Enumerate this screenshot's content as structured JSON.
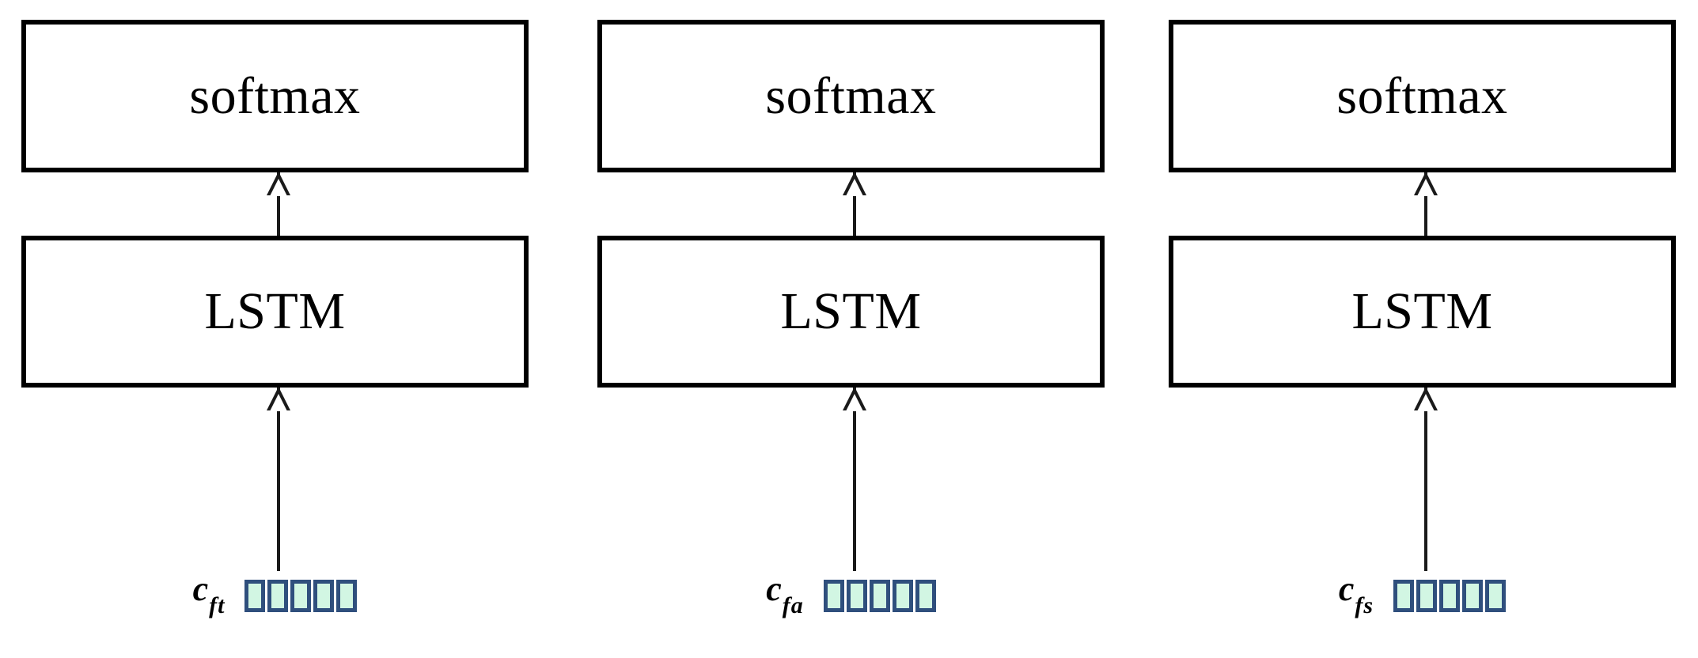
{
  "figure": {
    "type": "neural-network-architecture-diagram",
    "background_color": "#ffffff",
    "columns_count": 3
  },
  "palette": {
    "box_border": "#000000",
    "box_fill": "#ffffff",
    "arrow": "#1a1a1a",
    "cell_fill": "#d2f6e3",
    "cell_border": "#2f4f7d",
    "text": "#000000"
  },
  "columns": [
    {
      "id": "text-branch",
      "softmax_label": "softmax",
      "lstm_label": "LSTM",
      "feature_base": "c",
      "feature_subscript": "ft",
      "feature_cells": 5,
      "arrow_lstm_to_softmax": "up-arrow-icon",
      "arrow_feature_to_lstm": "up-arrow-icon"
    },
    {
      "id": "audio-branch",
      "softmax_label": "softmax",
      "lstm_label": "LSTM",
      "feature_base": "c",
      "feature_subscript": "fa",
      "feature_cells": 5,
      "arrow_lstm_to_softmax": "up-arrow-icon",
      "arrow_feature_to_lstm": "up-arrow-icon"
    },
    {
      "id": "speech-branch",
      "softmax_label": "softmax",
      "lstm_label": "LSTM",
      "feature_base": "c",
      "feature_subscript": "fs",
      "feature_cells": 5,
      "arrow_lstm_to_softmax": "up-arrow-icon",
      "arrow_feature_to_lstm": "up-arrow-icon"
    }
  ]
}
